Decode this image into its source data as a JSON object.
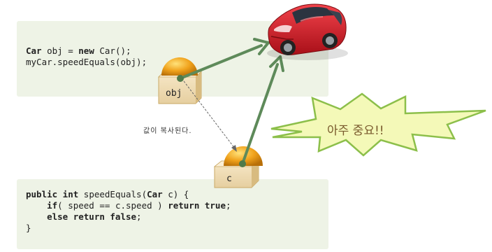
{
  "code_top": {
    "line1": [
      {
        "t": "Car",
        "kw": true
      },
      {
        "t": " obj = ",
        "kw": false
      },
      {
        "t": "new",
        "kw": true
      },
      {
        "t": " Car();",
        "kw": false
      }
    ],
    "line2": "myCar.speedEquals(obj);"
  },
  "code_bottom": {
    "line1": [
      {
        "t": "public int",
        "kw": true
      },
      {
        "t": " speedEquals(",
        "kw": false
      },
      {
        "t": "Car",
        "kw": true
      },
      {
        "t": " c) {",
        "kw": false
      }
    ],
    "line2": [
      {
        "t": "    if",
        "kw": true
      },
      {
        "t": "( speed == c.speed ) ",
        "kw": false
      },
      {
        "t": "return true",
        "kw": true
      },
      {
        "t": ";",
        "kw": false
      }
    ],
    "line3": [
      {
        "t": "    else return false",
        "kw": true
      },
      {
        "t": ";",
        "kw": false
      }
    ],
    "line4": "}"
  },
  "vars": {
    "obj": "obj",
    "c": "c"
  },
  "note": "값이 복사된다.",
  "callout": "아주 중요!!",
  "icons": {
    "car": "red-car-icon"
  },
  "colors": {
    "code_bg": "#eef3e6",
    "arrow": "#5e8a5a",
    "burst_fill": "#f4f9b8",
    "burst_stroke": "#8cbf4a",
    "car": "#d6202a",
    "ball": "#f0a21c",
    "box": "#f2dfb6"
  }
}
